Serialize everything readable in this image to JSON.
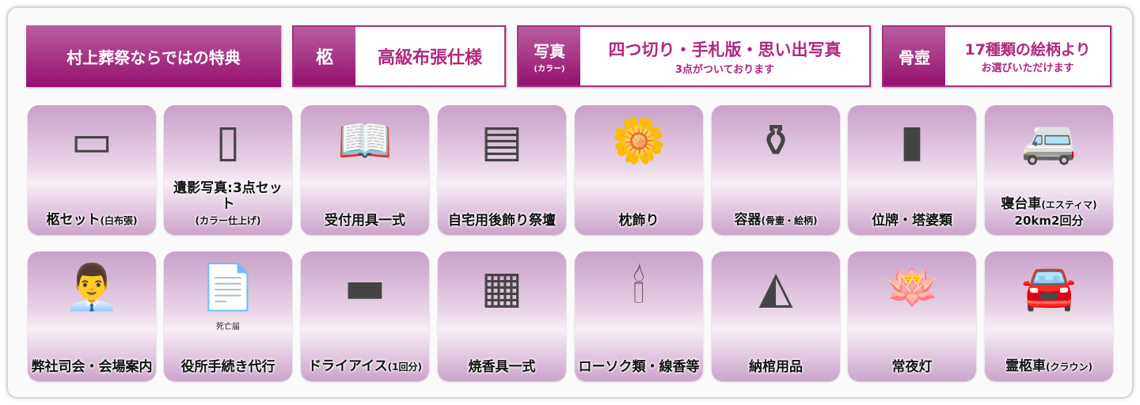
{
  "header": {
    "main": "村上葬祭ならではの特典",
    "coffin": {
      "label": "柩",
      "value": "高級布張仕様"
    },
    "photo": {
      "label": "写真",
      "sub": "(カラー)",
      "value": "四つ切り・手札版・思い出写真",
      "note": "3点がついております"
    },
    "urn": {
      "label": "骨壺",
      "value": "17種類の絵柄より",
      "note": "お選びいただけます"
    }
  },
  "tiles": [
    {
      "label": "柩セット",
      "suffix": "(白布張)",
      "icon": "coffin-icon",
      "glyph": "▭"
    },
    {
      "label": "遺影写真:3点セット",
      "suffix": "(カラー仕上げ)",
      "icon": "portrait-frame-icon",
      "glyph": "▯"
    },
    {
      "label": "受付用具一式",
      "suffix": "",
      "icon": "book-icon",
      "glyph": "📖"
    },
    {
      "label": "自宅用後飾り祭壇",
      "suffix": "",
      "icon": "altar-icon",
      "glyph": "▤"
    },
    {
      "label": "枕飾り",
      "suffix": "",
      "icon": "pillow-decoration-icon",
      "glyph": "🌼"
    },
    {
      "label": "容器",
      "suffix": "(骨壷・絵柄)",
      "icon": "urn-icon",
      "glyph": "⚱"
    },
    {
      "label": "位牌・塔婆類",
      "suffix": "",
      "icon": "memorial-tablet-icon",
      "glyph": "▮"
    },
    {
      "label": "寝台車",
      "suffix": "(エスティマ)",
      "line2": "20km2回分",
      "icon": "van-icon",
      "glyph": "🚐"
    },
    {
      "label": "弊社司会・会場案内",
      "suffix": "",
      "icon": "staff-icon",
      "glyph": "👨‍💼"
    },
    {
      "label": "役所手続き代行",
      "suffix": "",
      "icon": "document-icon",
      "glyph": "📄",
      "doc": "死亡届"
    },
    {
      "label": "ドライアイス",
      "suffix": "(1回分)",
      "icon": "dry-ice-icon",
      "glyph": "▬"
    },
    {
      "label": "焼香具一式",
      "suffix": "",
      "icon": "incense-table-icon",
      "glyph": "▦"
    },
    {
      "label": "ローソク類・線香等",
      "suffix": "",
      "icon": "candle-icon",
      "glyph": "🕯"
    },
    {
      "label": "納棺用品",
      "suffix": "",
      "icon": "burial-items-icon",
      "glyph": "◭"
    },
    {
      "label": "常夜灯",
      "suffix": "",
      "icon": "lantern-icon",
      "glyph": "🪷"
    },
    {
      "label": "霊柩車",
      "suffix": "(クラウン)",
      "icon": "hearse-icon",
      "glyph": "🚘"
    }
  ]
}
